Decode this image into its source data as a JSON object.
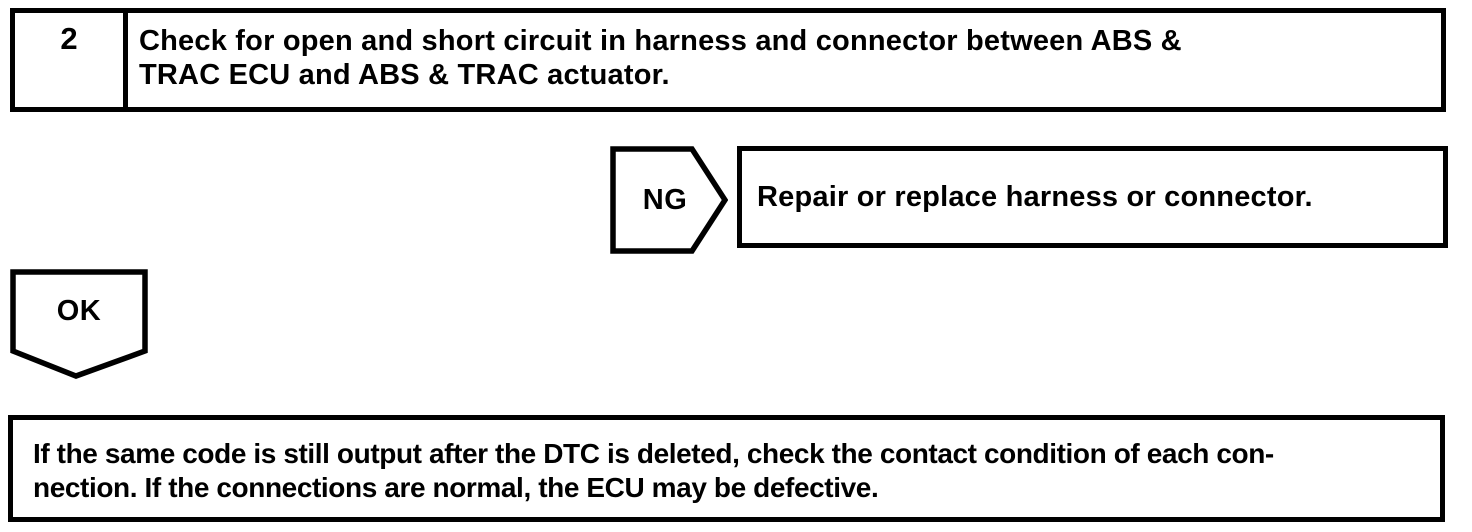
{
  "page": {
    "type": "service-manual troubleshooting flowchart scan",
    "colors": {
      "ink": "#000000",
      "paper": "#ffffff"
    }
  },
  "flowchart": {
    "step": {
      "number": "2",
      "instruction_lines": [
        "Check for open and short circuit in harness and connector between ABS &",
        "TRAC ECU and ABS & TRAC actuator."
      ]
    },
    "ng_branch": {
      "label": "NG",
      "action": "Repair or replace harness or connector."
    },
    "ok_branch": {
      "label": "OK"
    },
    "result": {
      "lines": [
        "If the same code is still output after the DTC is deleted, check the contact condition of each con-",
        "nection. If the connections are normal, the ECU may be defective."
      ]
    }
  }
}
